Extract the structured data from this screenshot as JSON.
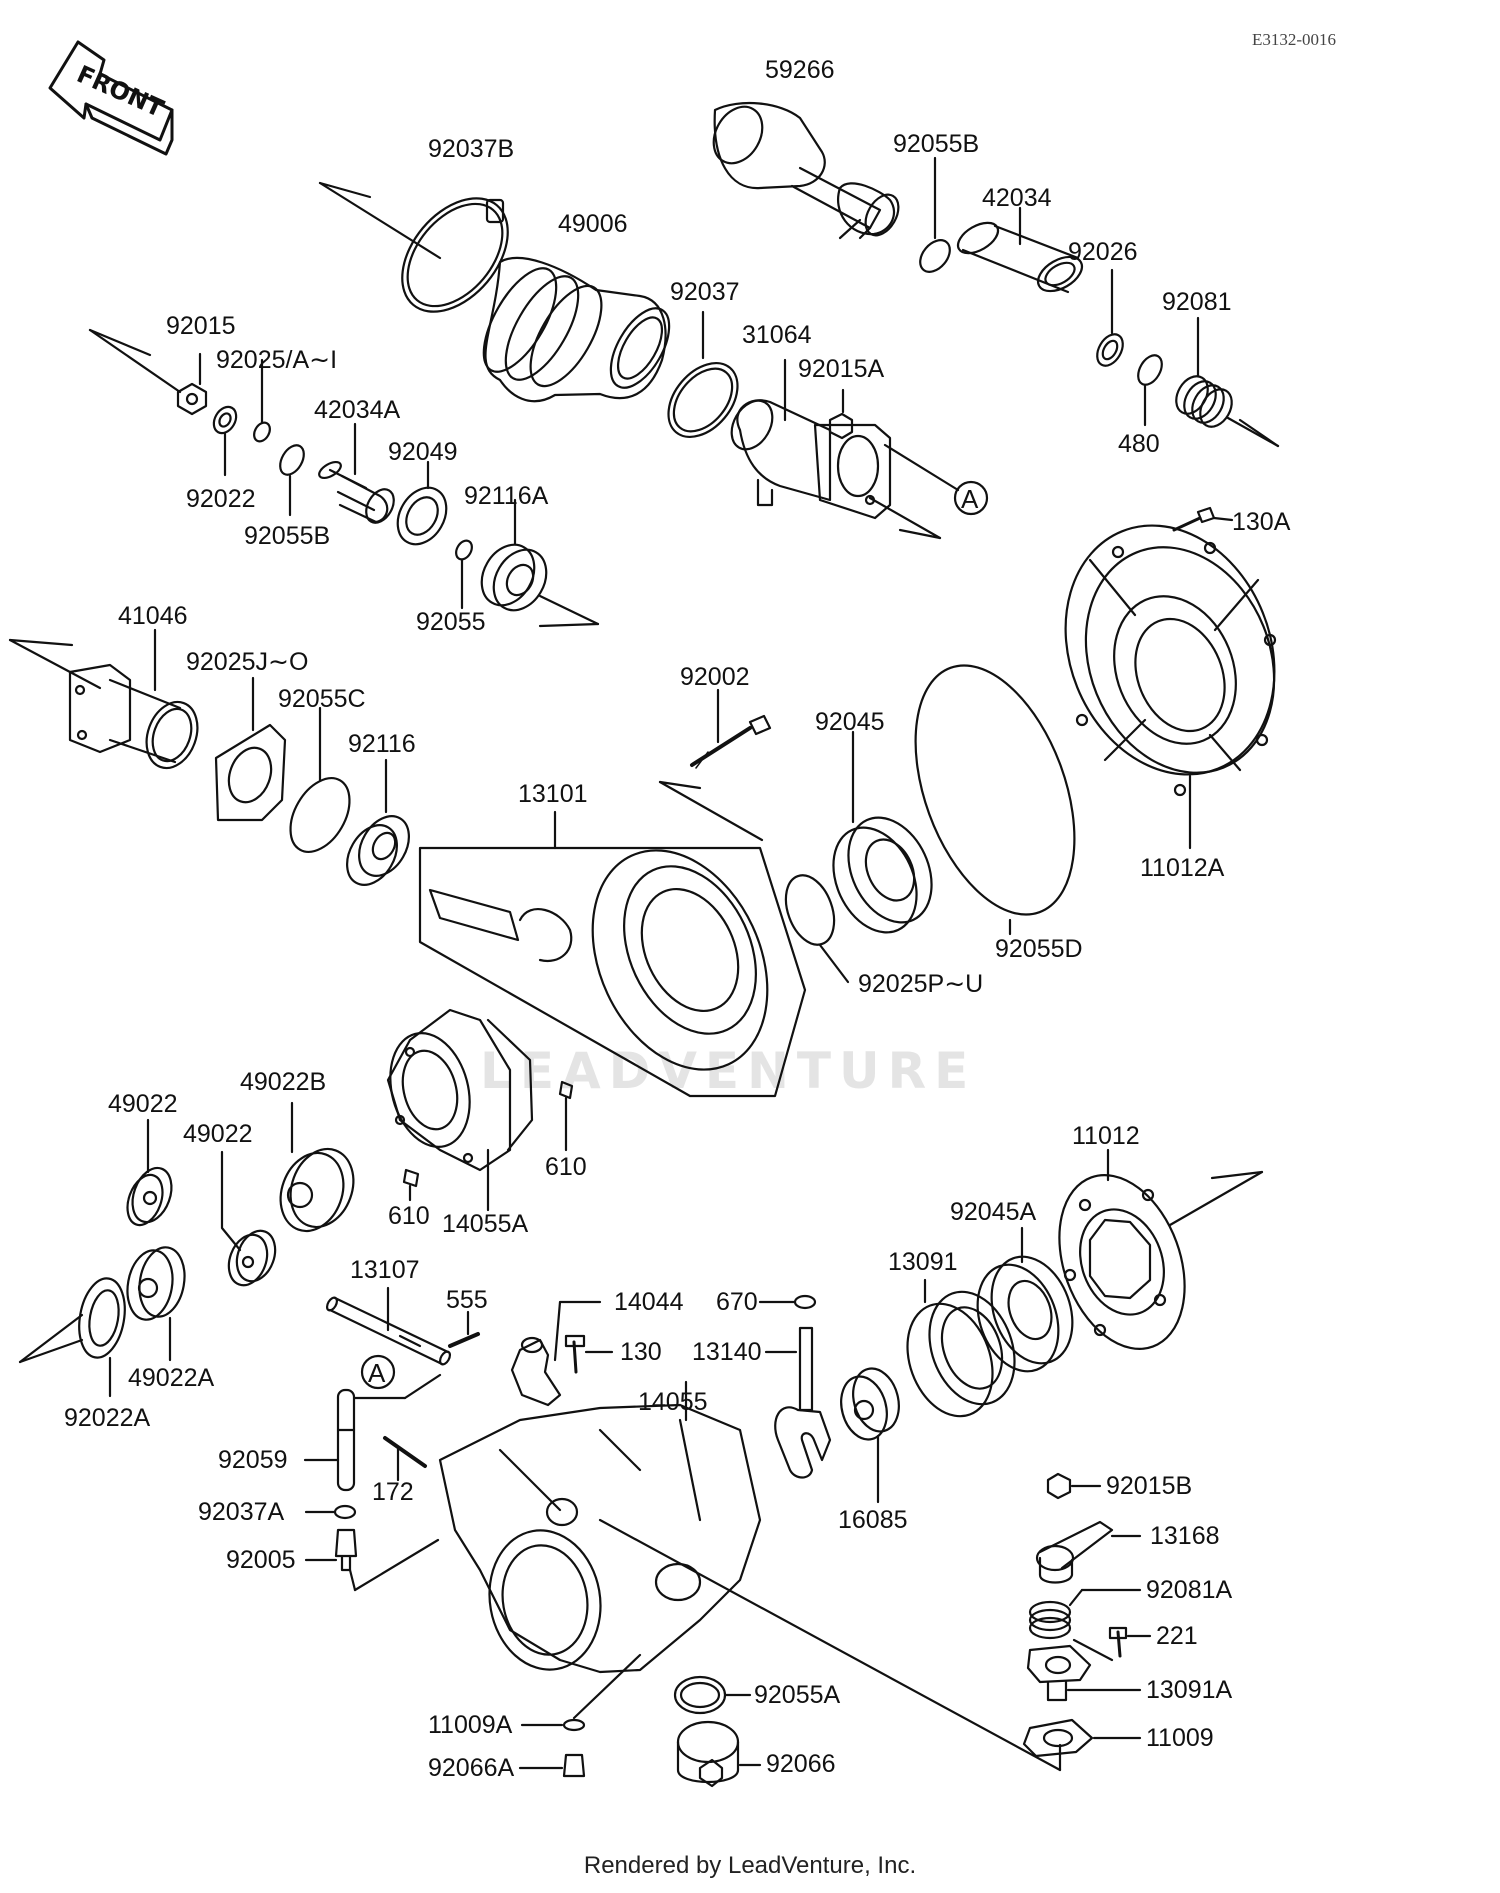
{
  "diagram": {
    "code": "E3132-0016",
    "front_label": "FRONT",
    "footer": "Rendered by LeadVenture, Inc.",
    "watermark": "LEADVENTURE",
    "callout_letter": "A",
    "line_color": "#111111",
    "background": "#ffffff"
  },
  "labels": {
    "p59266": "59266",
    "p92037B": "92037B",
    "p92055B_top": "92055B",
    "p49006": "49006",
    "p42034": "42034",
    "p92026": "92026",
    "p92081": "92081",
    "p92037": "92037",
    "p31064": "31064",
    "p92015A": "92015A",
    "p480": "480",
    "p92015": "92015",
    "p92025AI": "92025/A∼I",
    "p42034A": "42034A",
    "p92049": "92049",
    "p92116A": "92116A",
    "p92022": "92022",
    "p92055B_mid": "92055B",
    "p92055": "92055",
    "p130A": "130A",
    "p41046": "41046",
    "p92025JO": "92025J∼O",
    "p92055C": "92055C",
    "p92116": "92116",
    "p92002": "92002",
    "p92045": "92045",
    "p13101": "13101",
    "p11012A": "11012A",
    "p92055D": "92055D",
    "p92025PU": "92025P∼U",
    "p49022_a": "49022",
    "p49022B": "49022B",
    "p49022_b": "49022",
    "p610_a": "610",
    "p610_b": "610",
    "p14055A": "14055A",
    "p11012": "11012",
    "p92045A": "92045A",
    "p13091": "13091",
    "p13107": "13107",
    "p555": "555",
    "p14044": "14044",
    "p670": "670",
    "p130": "130",
    "p13140": "13140",
    "p49022A": "49022A",
    "p92022A": "92022A",
    "p14055": "14055",
    "p92059": "92059",
    "p172": "172",
    "p16085": "16085",
    "p92037A": "92037A",
    "p92015B": "92015B",
    "p92005": "92005",
    "p13168": "13168",
    "p92081A": "92081A",
    "p221": "221",
    "p13091A": "13091A",
    "p92055A": "92055A",
    "p11009A": "11009A",
    "p11009": "11009",
    "p92066": "92066",
    "p92066A": "92066A"
  }
}
